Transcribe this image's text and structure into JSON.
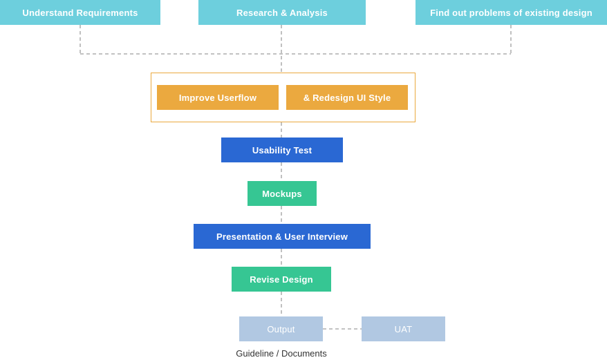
{
  "stages": {
    "understand": "Understand Requirements",
    "research": "Research & Analysis",
    "problems": "Find out problems of existing design",
    "improve_userflow": "Improve Userflow",
    "redesign_ui": "& Redesign UI Style",
    "usability_test": "Usability Test",
    "mockups": "Mockups",
    "presentation": "Presentation & User Interview",
    "revise_design": "Revise Design",
    "output": "Output",
    "uat": "UAT"
  },
  "output_caption": "Guideline / Documents",
  "colors": {
    "teal": "#6dcfdd",
    "orange": "#eba93f",
    "blue": "#2a68d3",
    "green": "#36c693",
    "muted": "#b1c8e2",
    "connector": "#9e9e9e"
  }
}
